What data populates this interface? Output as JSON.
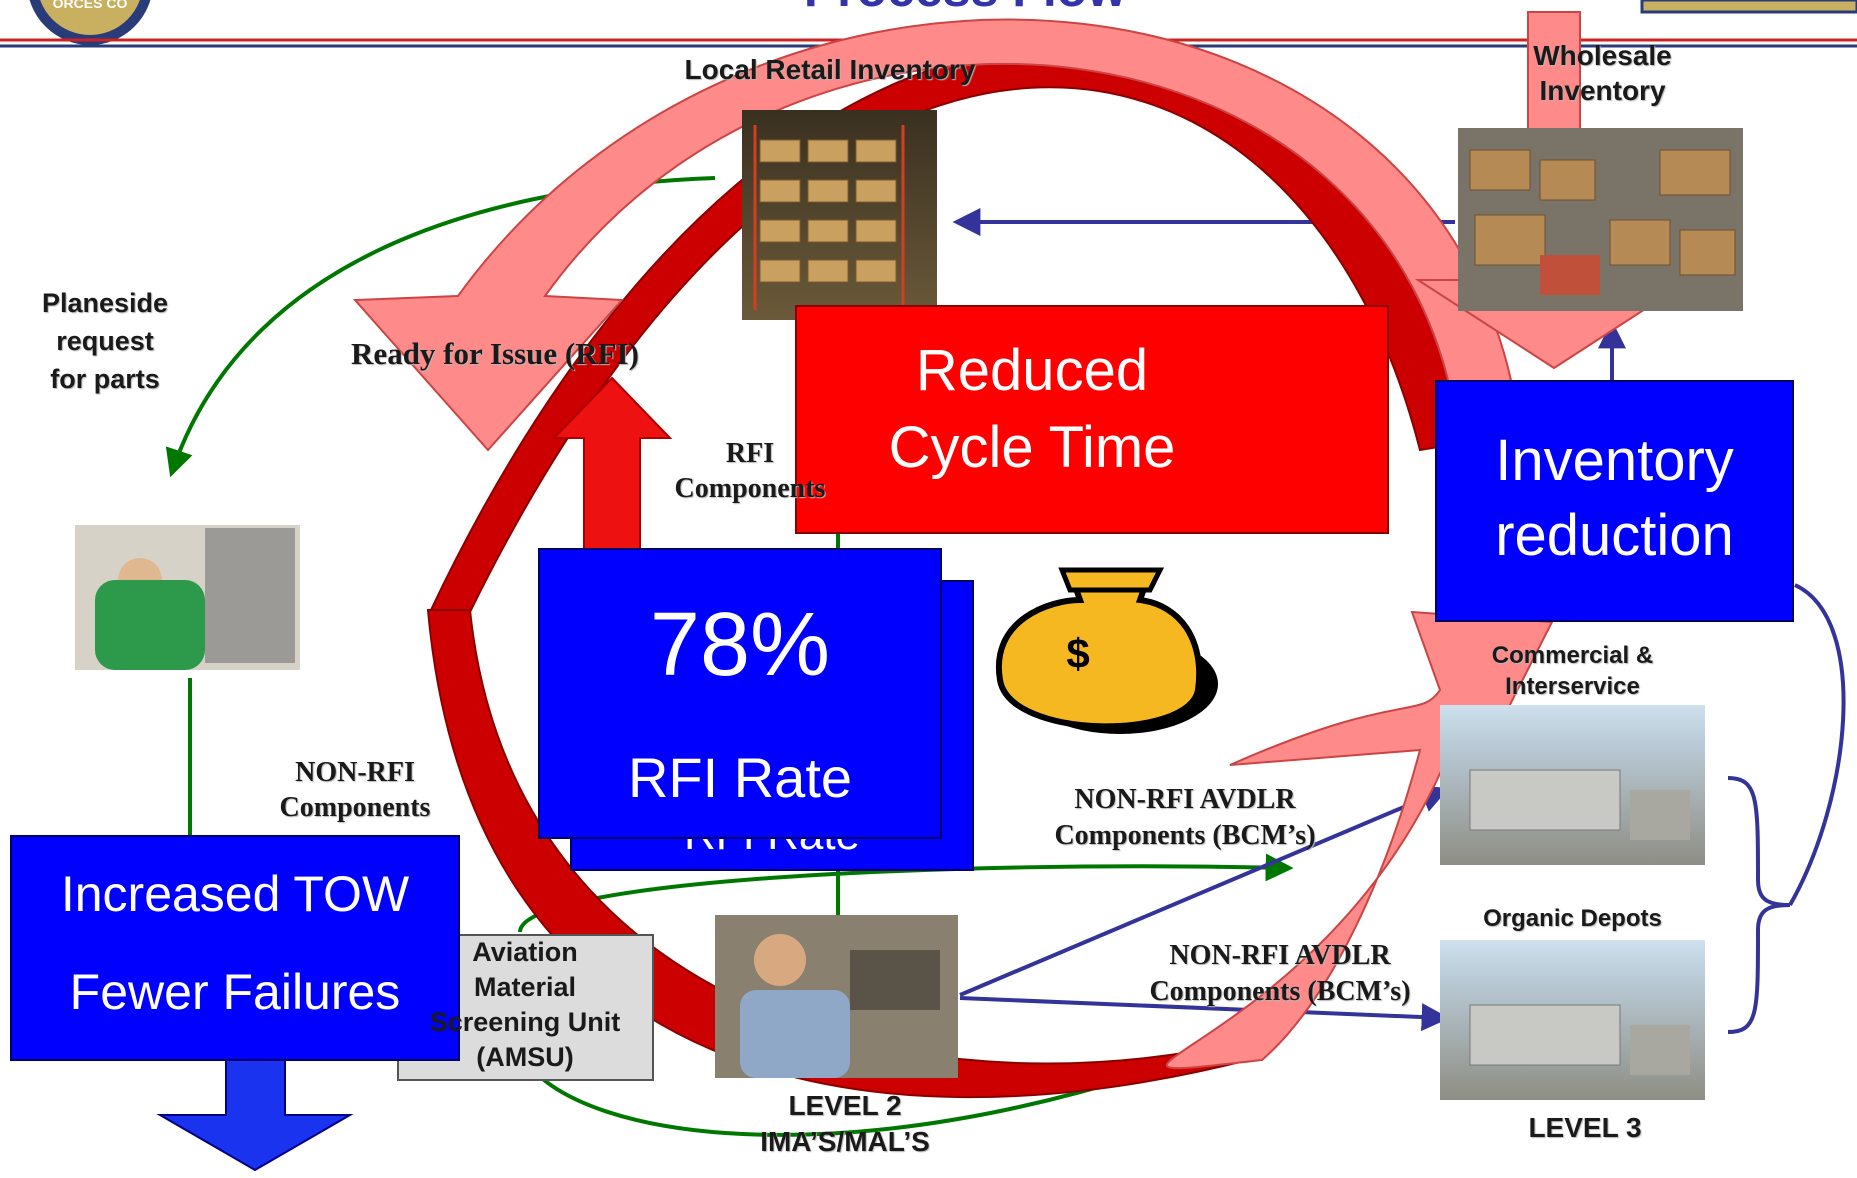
{
  "header": {
    "title": "Process Flow"
  },
  "labels": {
    "local_retail": "Local Retail Inventory",
    "wholesale_1": "Wholesale",
    "wholesale_2": "Inventory",
    "planeside_1": "Planeside",
    "planeside_2": "request",
    "planeside_3": "for parts",
    "rfi_ready": "Ready for Issue (RFI)",
    "rfi_comp_1": "RFI",
    "rfi_comp_2": "Components",
    "nonrfi_comp_1": "NON-RFI",
    "nonrfi_comp_2": "Components",
    "avdlr_top_1": "NON-RFI  AVDLR",
    "avdlr_top_2": "Components (BCM’s)",
    "avdlr_bot_1": "NON-RFI  AVDLR",
    "avdlr_bot_2": "Components (BCM’s)",
    "commercial_1": "Commercial &",
    "commercial_2": "Interservice",
    "organic": "Organic Depots",
    "level3": "LEVEL 3",
    "level2_1": "LEVEL 2",
    "level2_2": "IMA’S/MAL’S",
    "amsu_1": "Aviation",
    "amsu_2": "Material",
    "amsu_3": "Screening Unit",
    "amsu_4": "(AMSU)",
    "hidden_back": "RFI Rate"
  },
  "boxes": {
    "reduced_1": "Reduced",
    "reduced_2": "Cycle Time",
    "inventory_1": "Inventory",
    "inventory_2": "reduction",
    "rfi_pct": "78%",
    "rfi_rate": "RFI Rate",
    "tow_1": "Increased TOW",
    "tow_2": "Fewer Failures"
  },
  "icons": {
    "money_bag": "money-bag-icon",
    "money_symbol": "$"
  },
  "colors": {
    "box_blue": "#0000ff",
    "box_red": "#ff0000",
    "arrow_pink": "#ff8080",
    "arrow_dark_red": "#cc0000",
    "flow_green": "#007700",
    "flow_navy": "#333399",
    "title_blue": "#3333aa"
  }
}
